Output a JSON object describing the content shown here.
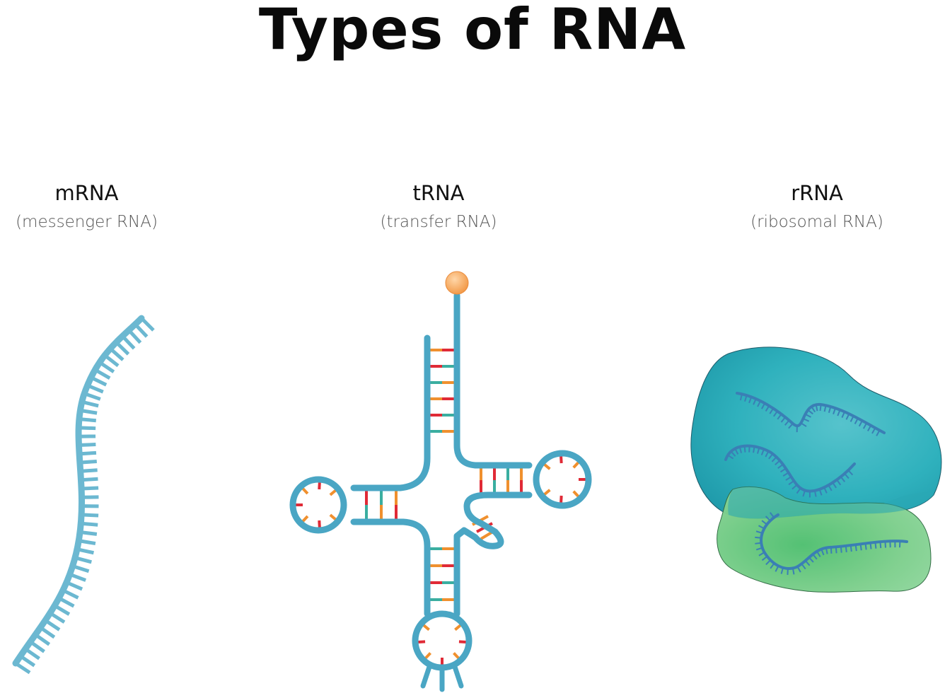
{
  "title": "Types of RNA",
  "items": [
    {
      "name": "mRNA",
      "subtitle": "(messenger RNA)"
    },
    {
      "name": "tRNA",
      "subtitle": "(transfer RNA)"
    },
    {
      "name": "rRNA",
      "subtitle": "(ribosomal RNA)"
    }
  ],
  "colors": {
    "strand": "#6cb8d1",
    "strand_dark": "#4a9fbd",
    "base_orange": "#f0902e",
    "base_red": "#e02a36",
    "base_teal": "#3aaea0",
    "anchor": "#f5a55a",
    "ribosome_large": "#2fb1bd",
    "ribosome_small": "#5ec77b",
    "rrna_strand": "#3a7fb5"
  }
}
